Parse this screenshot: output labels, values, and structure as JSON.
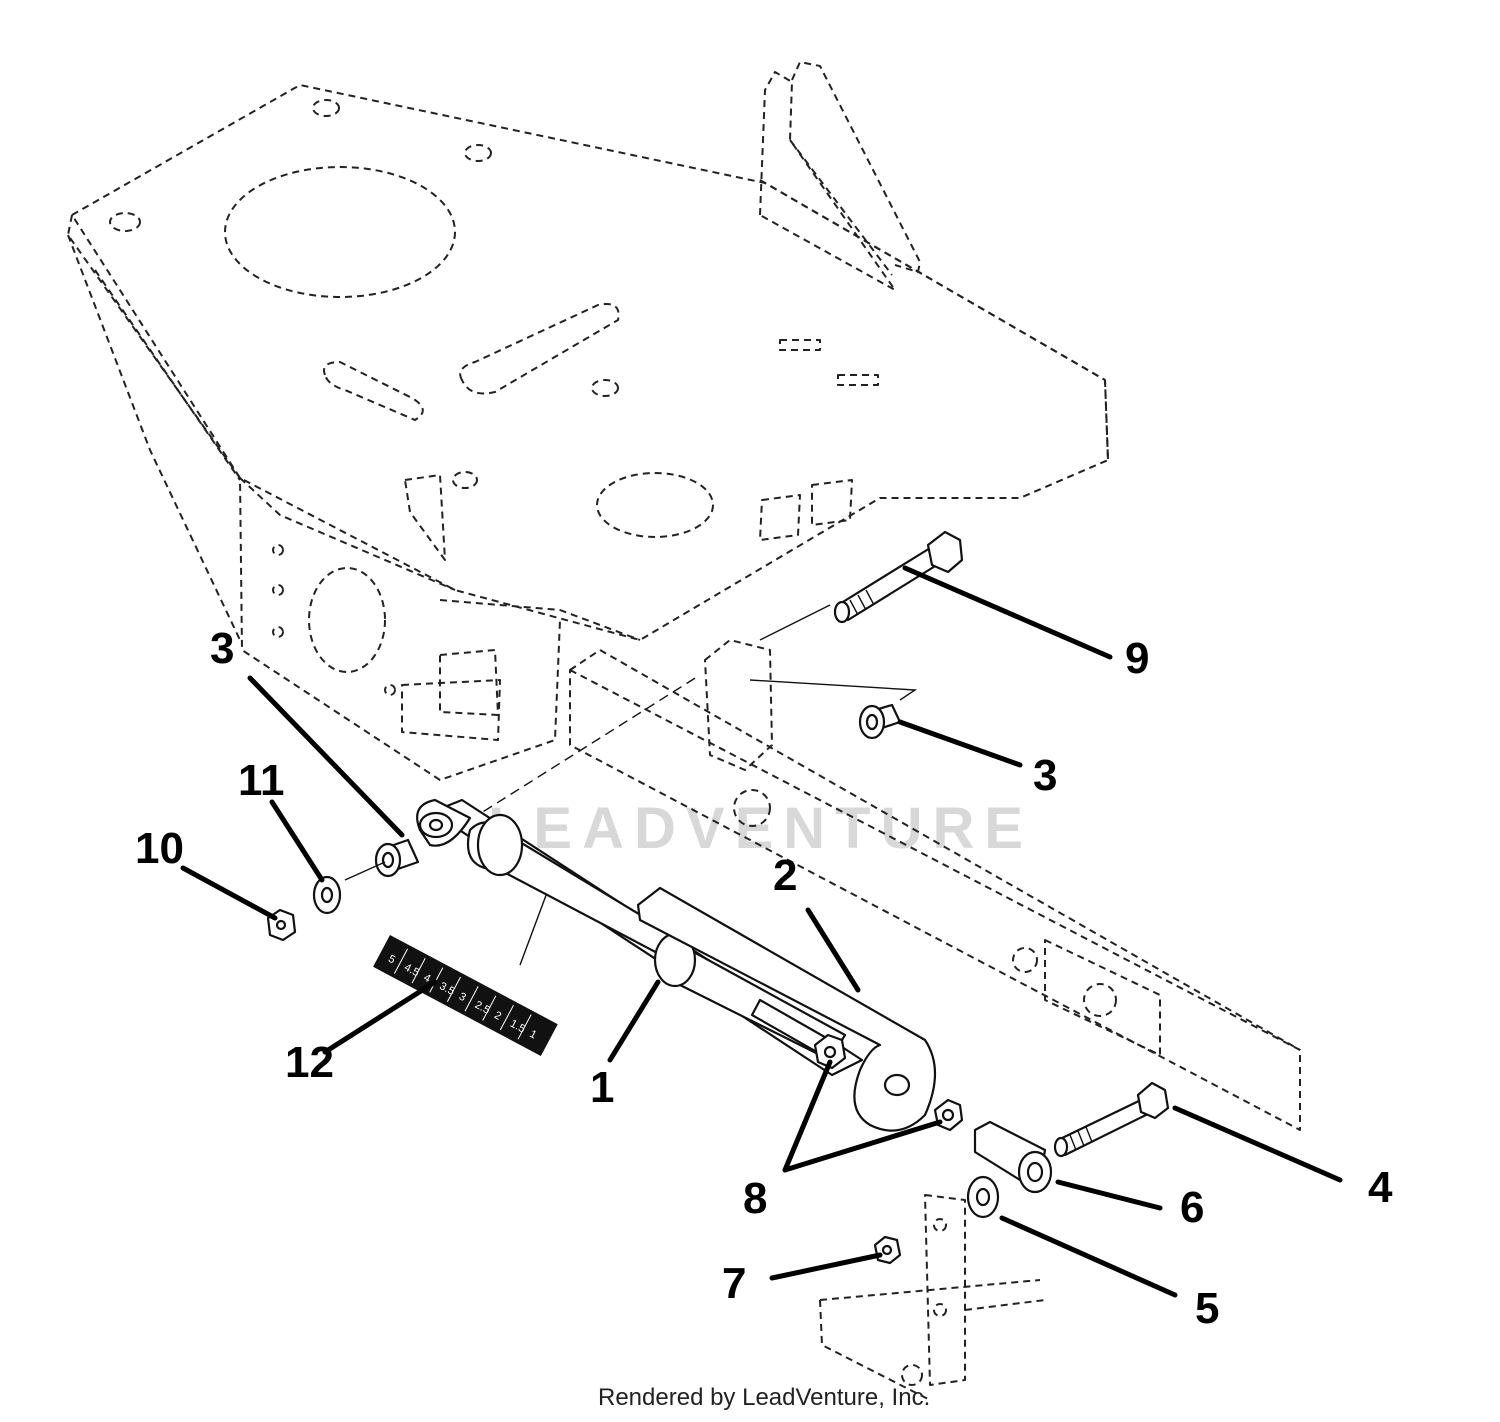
{
  "callouts": {
    "c1": "1",
    "c2": "2",
    "c3a": "3",
    "c3b": "3",
    "c4": "4",
    "c5": "5",
    "c6": "6",
    "c7": "7",
    "c8": "8",
    "c9": "9",
    "c10": "10",
    "c11": "11",
    "c12": "12"
  },
  "decal_scale": [
    "5",
    "4.5",
    "4",
    "3.5",
    "3",
    "2.5",
    "2",
    "1.5",
    "1"
  ],
  "watermark": "LEADVENTURE",
  "credit": "Rendered by LeadVenture, Inc."
}
